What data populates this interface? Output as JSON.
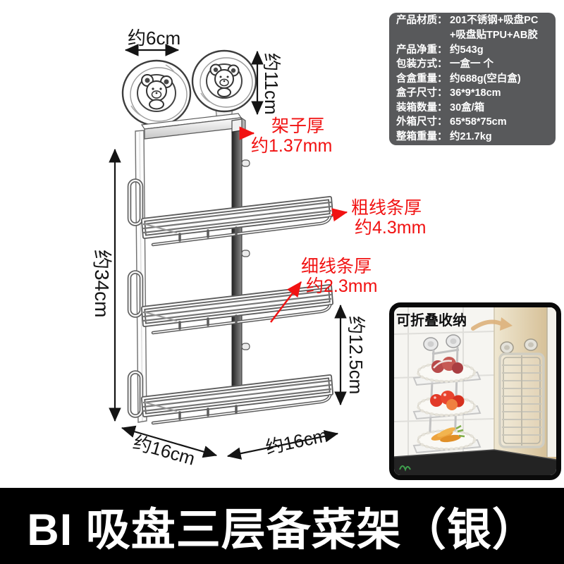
{
  "colors": {
    "red_annotation": "#f11212",
    "spec_box_bg": "#58595b",
    "banner_bg": "#000000",
    "line_art": "#5c5c5c"
  },
  "banner": {
    "text": "BI 吸盘三层备菜架（银）"
  },
  "spec_box": {
    "rows": [
      {
        "label": "产品材质：",
        "value": "201不锈钢+吸盘PC"
      },
      {
        "label": "",
        "value": "+吸盘贴TPU+AB胶"
      },
      {
        "label": "产品净重：",
        "value": "约543g"
      },
      {
        "label": "包装方式：",
        "value": "一盒一 个"
      },
      {
        "label": "含盒重量：",
        "value": "约688g(空白盒)"
      },
      {
        "label": "盒子尺寸：",
        "value": "36*9*18cm"
      },
      {
        "label": "装箱数量：",
        "value": "30盒/箱"
      },
      {
        "label": "外箱尺寸：",
        "value": "65*58*75cm"
      },
      {
        "label": "整箱重量：",
        "value": "约21.7kg"
      }
    ]
  },
  "diagram": {
    "dim_top_width": "约6cm",
    "dim_cup_height": "约11cm",
    "dim_total_height": "约34cm",
    "dim_tier_gap": "约12.5cm",
    "dim_depth_left": "约16cm",
    "dim_width_right": "约16cm",
    "ann_frame_thickness_title": "架子厚",
    "ann_frame_thickness_value": "约1.37mm",
    "ann_thick_wire_title": "粗线条厚",
    "ann_thick_wire_value": "约4.3mm",
    "ann_thin_wire_title": "细线条厚",
    "ann_thin_wire_value": "约2.3mm"
  },
  "inset": {
    "label": "可折叠收纳"
  }
}
